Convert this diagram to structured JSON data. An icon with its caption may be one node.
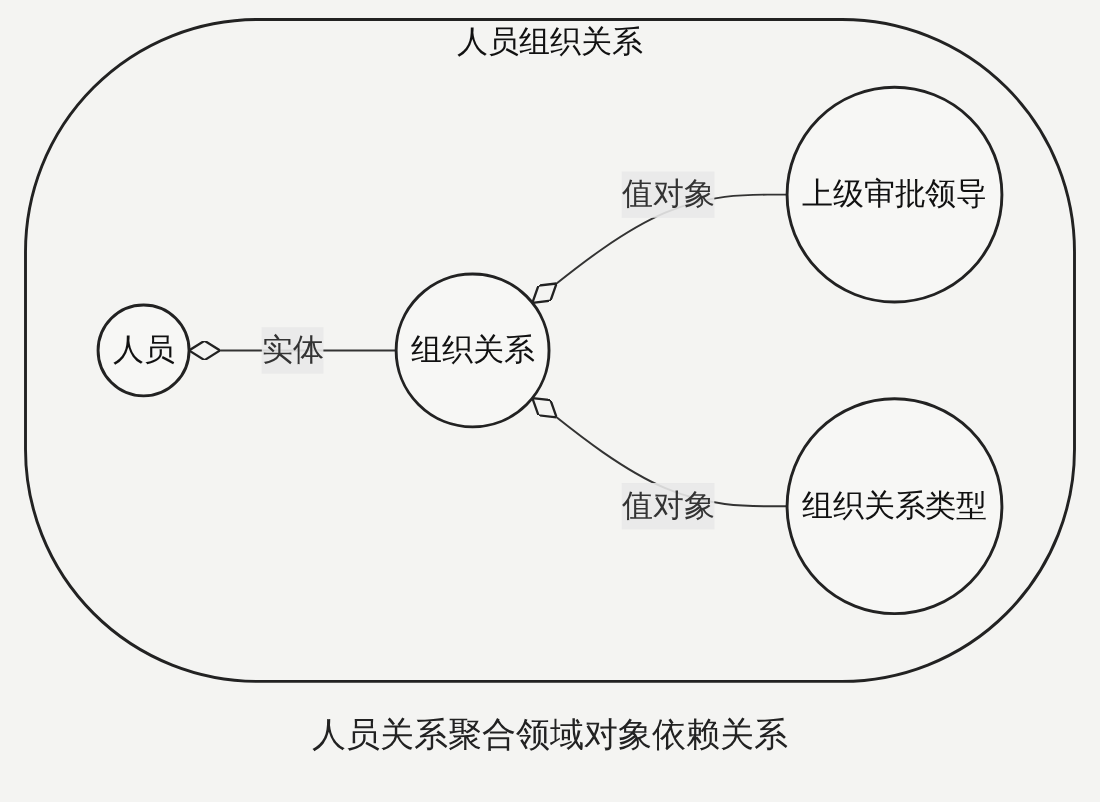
{
  "diagram": {
    "caption": "人员关系聚合领域对象依赖关系",
    "nodes": [
      {
        "text": [
          "人员组织关系"
        ]
      },
      {
        "text": [
          "人员"
        ],
        "in": 0
      },
      {
        "text": [
          "组织关系"
        ],
        "in": 0
      },
      {
        "text": [
          "上级审批领导"
        ],
        "in": 0
      },
      {
        "text": [
          "组织关系类型"
        ],
        "in": 0
      }
    ],
    "edges": [
      {
        "from": 1,
        "to": 2,
        "arrow": "other",
        "label": "实体"
      },
      {
        "from": 2,
        "to": 3,
        "arrow": "other",
        "label": "值对象"
      },
      {
        "from": 2,
        "to": 4,
        "arrow": "other",
        "label": "值对象"
      }
    ]
  }
}
